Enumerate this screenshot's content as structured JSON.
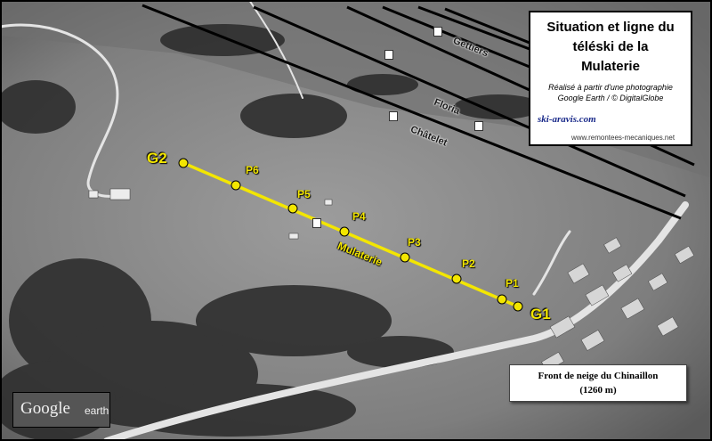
{
  "title": {
    "line1": "Situation et ligne du",
    "line2": "téléski de la",
    "line3": "Mulaterie",
    "credit1": "Réalisé à partir d'une photographie",
    "credit2": "Google Earth / © DigitalGlobe"
  },
  "logos": {
    "site1": "ski-aravis.com",
    "site2": "www.remontees-mecaniques.net"
  },
  "lift": {
    "name": "Mulaterie",
    "bottom_station": "G1",
    "top_station": "G2",
    "pylons": [
      "P1",
      "P2",
      "P3",
      "P4",
      "P5",
      "P6"
    ],
    "line_color": "#f3e600"
  },
  "other_lifts": [
    "Gettiers",
    "Floria",
    "Châtelet"
  ],
  "snow_front": {
    "line1": "Front de neige du Chinaillon",
    "line2": "(1260 m)"
  },
  "watermark": {
    "google": "Google",
    "earth": "earth"
  },
  "icons": [
    "ski-lift-icon"
  ]
}
